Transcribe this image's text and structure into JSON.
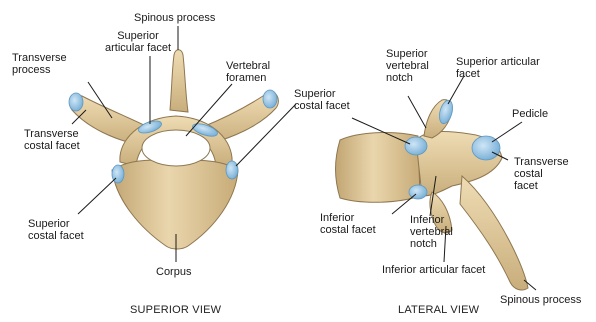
{
  "colors": {
    "bone": "#e6d2a8",
    "bone_shadow": "#b59a6a",
    "bone_dark": "#8e7650",
    "facet": "#8fc3e6",
    "facet_edge": "#5b98c4",
    "leader": "#1a1a1a"
  },
  "superior_view": {
    "title": "SUPERIOR VIEW",
    "labels": {
      "spinous_process": "Spinous process",
      "superior_articular_facet": "Superior\narticular facet",
      "transverse_process": "Transverse\nprocess",
      "vertebral_foramen": "Vertebral\nforamen",
      "transverse_costal_facet": "Transverse\ncostal facet",
      "superior_costal_facet_left": "Superior\ncostal facet",
      "corpus": "Corpus"
    }
  },
  "shared": {
    "superior_costal_facet": "Superior\ncostal facet"
  },
  "lateral_view": {
    "title": "LATERAL VIEW",
    "labels": {
      "superior_vertebral_notch": "Superior\nvertebral\nnotch",
      "superior_articular_facet": "Superior articular\nfacet",
      "pedicle": "Pedicle",
      "transverse_costal_facet": "Transverse\ncostal\nfacet",
      "inferior_costal_facet": "Inferior\ncostal facet",
      "inferior_vertebral_notch": "Inferior\nvertebral\nnotch",
      "inferior_articular_facet": "Inferior articular facet",
      "spinous_process": "Spinous process"
    }
  }
}
